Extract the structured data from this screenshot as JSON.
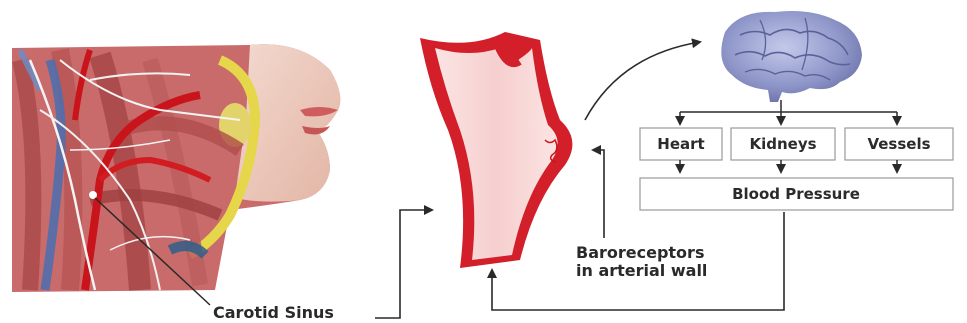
{
  "labels": {
    "carotid_sinus": "Carotid Sinus",
    "baroreceptors_line1": "Baroreceptors",
    "baroreceptors_line2": "in arterial wall"
  },
  "boxes": {
    "heart": "Heart",
    "kidneys": "Kidneys",
    "vessels": "Vessels",
    "blood_pressure": "Blood Pressure"
  },
  "colors": {
    "artery_red": "#c8202a",
    "artery_inner": "#f9d9d9",
    "brain_blue": "#8c95c8",
    "box_border": "#9a9a9a",
    "arrow": "#2a2a2a"
  },
  "icons": {
    "brain": "brain-illustration",
    "anatomy": "neck-anatomy-illustration",
    "artery": "carotid-artery-illustration"
  }
}
